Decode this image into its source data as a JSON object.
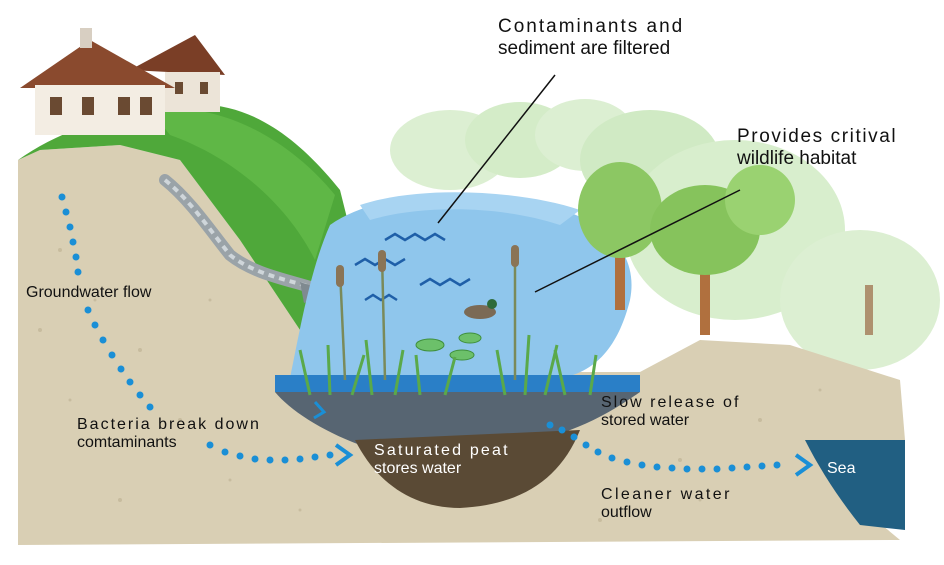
{
  "diagram": {
    "labels": {
      "contaminants": {
        "line1": "Contaminants and",
        "line2": "sediment are filtered"
      },
      "habitat": {
        "line1": "Provides critival",
        "line2": "wildlife habitat"
      },
      "groundwater": {
        "text": "Groundwater flow"
      },
      "bacteria": {
        "line1": "Bacteria break down",
        "line2": "comtaminants"
      },
      "peat": {
        "line1": "Saturated peat",
        "line2": "stores water"
      },
      "slow_release": {
        "line1": "Slow release of",
        "line2": "stored water"
      },
      "cleaner": {
        "line1": "Cleaner water",
        "line2": "outflow"
      },
      "sea": {
        "text": "Sea"
      }
    },
    "colors": {
      "soil": "#d9cfb4",
      "grass": "#4fa83a",
      "pond": "#8fc6ec",
      "water_deep": "#2a7fc7",
      "peat": "#5a4a35",
      "sea": "#215f82",
      "flow_dots": "#1a8fd6",
      "house_wall": "#f3ede3",
      "house_roof": "#8a4a2e",
      "trees_light": "#cfe9c2",
      "trees_dark": "#8cc763"
    }
  }
}
